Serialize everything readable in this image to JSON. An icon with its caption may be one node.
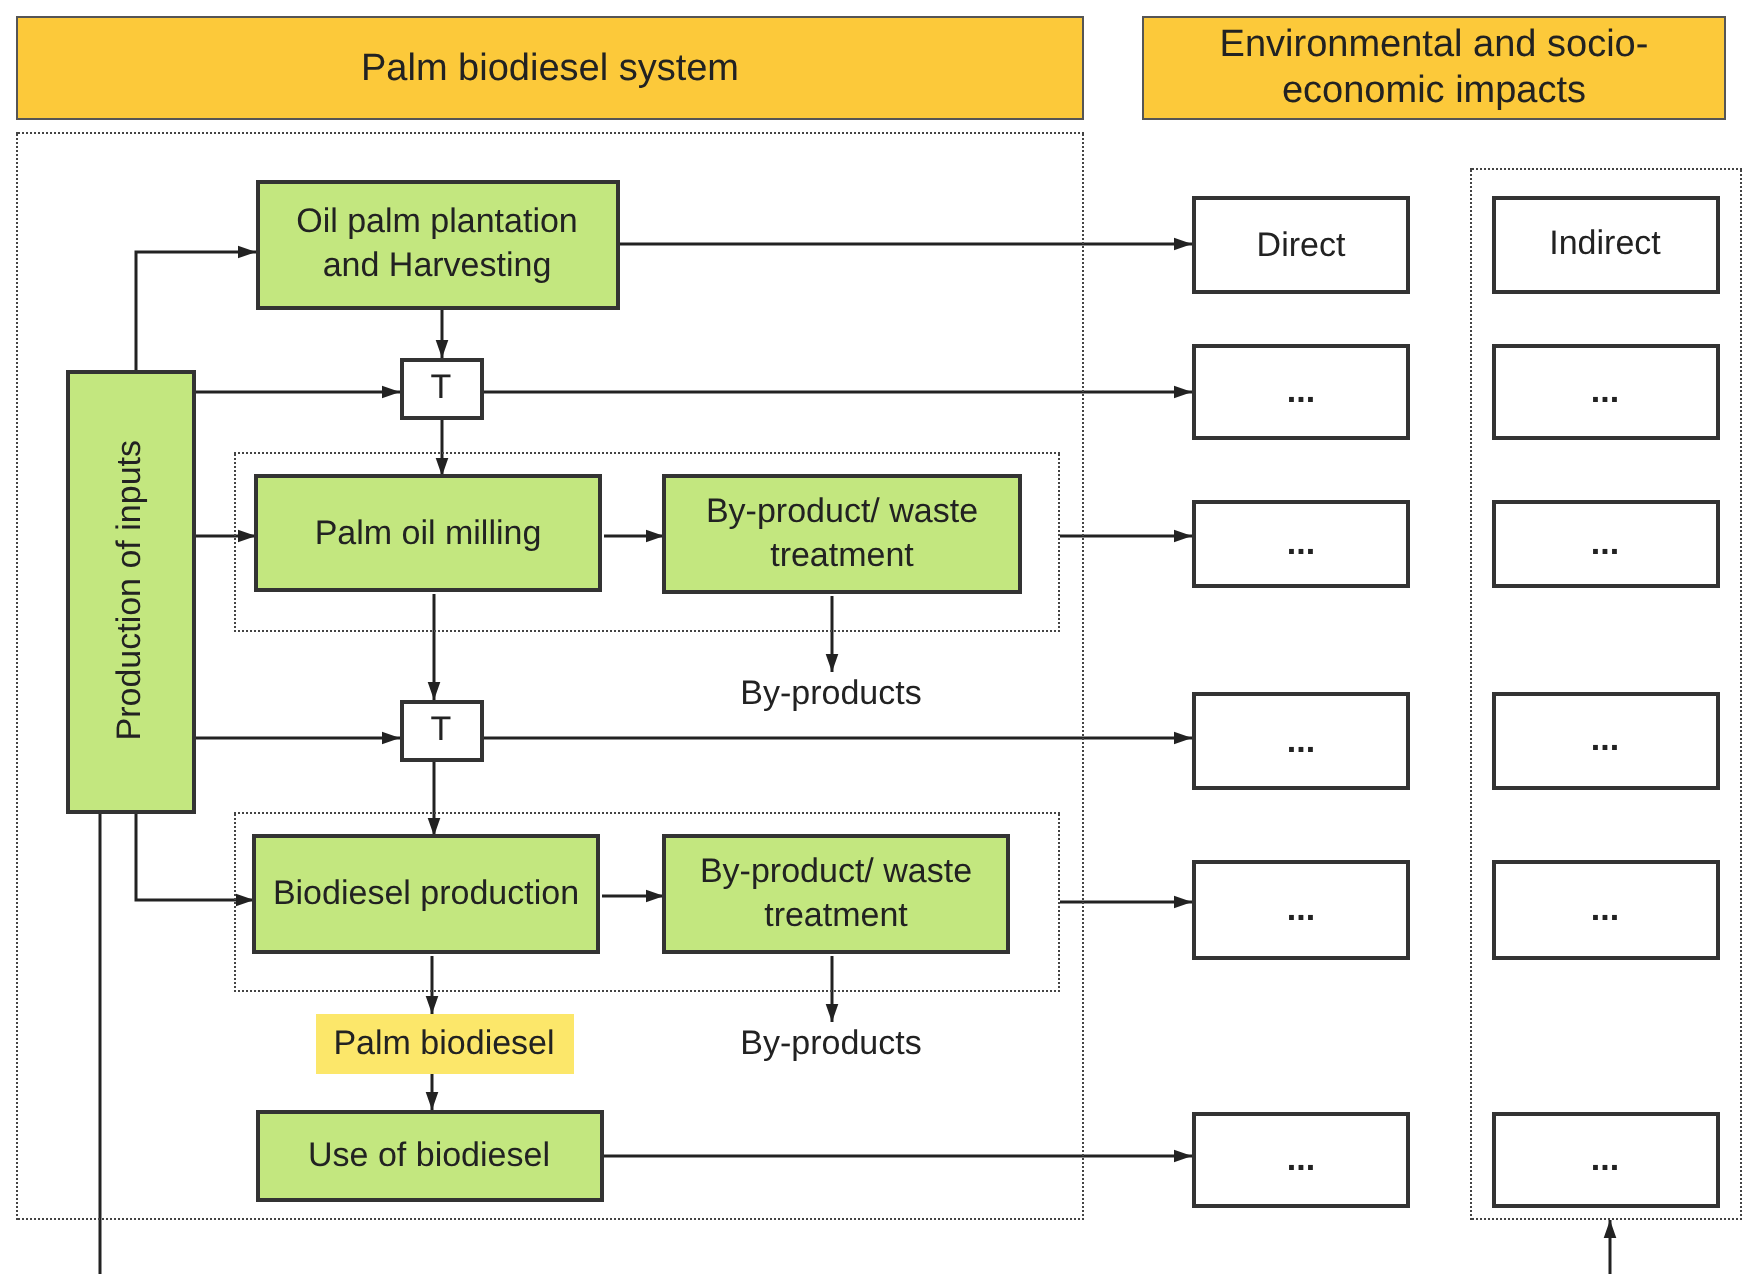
{
  "diagram": {
    "nodes": [
      {
        "text": [
          "Palm biodiesel system"
        ]
      },
      {
        "text": [
          "Environmental and socio-economic impacts"
        ]
      },
      {
        "text": [],
        "shape": "box"
      },
      {
        "text": [
          "Oil palm plantation and Harvesting"
        ],
        "in": 2
      },
      {
        "text": [
          "Production of inputs"
        ],
        "in": 2
      },
      {
        "text": [
          "T"
        ],
        "in": 2
      },
      {
        "text": [],
        "shape": "box",
        "in": 2
      },
      {
        "text": [
          "Palm oil milling"
        ],
        "in": 6
      },
      {
        "text": [
          "By-product/ waste treatment"
        ],
        "in": 6
      },
      {
        "text": [
          "By-products"
        ],
        "in": 2
      },
      {
        "text": [
          "T"
        ],
        "in": 2
      },
      {
        "text": [],
        "shape": "box",
        "in": 2
      },
      {
        "text": [
          "Biodiesel production"
        ],
        "in": 11
      },
      {
        "text": [
          "By-product/ waste treatment"
        ],
        "in": 11
      },
      {
        "text": [
          "By-products"
        ],
        "in": 2
      },
      {
        "text": [
          "Palm biodiesel"
        ],
        "in": 2
      },
      {
        "text": [
          "Use of biodiesel"
        ],
        "in": 2
      },
      {
        "text": [
          "Direct"
        ]
      },
      {
        "text": [
          "..."
        ]
      },
      {
        "text": [
          "..."
        ]
      },
      {
        "text": [
          "..."
        ]
      },
      {
        "text": [
          "..."
        ]
      },
      {
        "text": [
          "..."
        ]
      },
      {
        "text": [],
        "shape": "box"
      },
      {
        "text": [
          "Indirect"
        ],
        "in": 23
      },
      {
        "text": [
          "..."
        ],
        "in": 23
      },
      {
        "text": [
          "..."
        ],
        "in": 23
      },
      {
        "text": [
          "..."
        ],
        "in": 23
      },
      {
        "text": [
          "..."
        ],
        "in": 23
      },
      {
        "text": [
          "..."
        ],
        "in": 23
      }
    ],
    "edges": [
      {
        "from": 4,
        "to": 3,
        "arrow": "to"
      },
      {
        "from": 4,
        "to": 5,
        "arrow": "to"
      },
      {
        "from": 3,
        "to": 5,
        "arrow": "to"
      },
      {
        "from": 5,
        "to": 7,
        "arrow": "to"
      },
      {
        "from": 4,
        "to": 7,
        "arrow": "to"
      },
      {
        "from": 7,
        "to": 8,
        "arrow": "to"
      },
      {
        "from": 8,
        "to": 9,
        "arrow": "to"
      },
      {
        "from": 7,
        "to": 10,
        "arrow": "to"
      },
      {
        "from": 4,
        "to": 10,
        "arrow": "to"
      },
      {
        "from": 10,
        "to": 12,
        "arrow": "to"
      },
      {
        "from": 4,
        "to": 12,
        "arrow": "to"
      },
      {
        "from": 12,
        "to": 13,
        "arrow": "to"
      },
      {
        "from": 13,
        "to": 14,
        "arrow": "to"
      },
      {
        "from": 12,
        "to": 15,
        "arrow": "to"
      },
      {
        "from": 15,
        "to": 16,
        "arrow": "to"
      },
      {
        "from": 3,
        "to": 17,
        "arrow": "to"
      },
      {
        "from": 5,
        "to": 18,
        "arrow": "to"
      },
      {
        "from": 6,
        "to": 19,
        "arrow": "to"
      },
      {
        "from": 10,
        "to": 20,
        "arrow": "to"
      },
      {
        "from": 11,
        "to": 21,
        "arrow": "to"
      },
      {
        "from": 16,
        "to": 22,
        "arrow": "to"
      },
      {
        "from": 4,
        "to": null,
        "arrow": "none"
      },
      {
        "from": null,
        "to": 23,
        "arrow": "to"
      }
    ]
  }
}
